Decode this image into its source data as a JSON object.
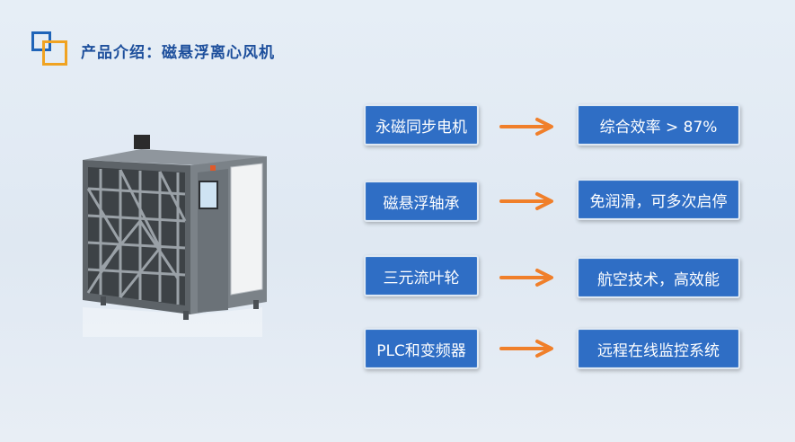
{
  "header": {
    "title": "产品介绍：磁悬浮离心风机"
  },
  "rows": [
    {
      "feature": "永磁同步电机",
      "benefit": "综合效率 > 87%"
    },
    {
      "feature": "磁悬浮轴承",
      "benefit": "免润滑，可多次启停"
    },
    {
      "feature": "三元流叶轮",
      "benefit": "航空技术，高效能"
    },
    {
      "feature": "PLC和变频器",
      "benefit": "远程在线监控系统"
    }
  ],
  "colors": {
    "box_fill": "#2f6ec5",
    "arrow": "#f07f2a",
    "title": "#1d4f9c",
    "logo_blue": "#1f64b8",
    "logo_orange": "#f0a322"
  },
  "icons": [
    "logo-squares",
    "arrow-right-icon"
  ]
}
